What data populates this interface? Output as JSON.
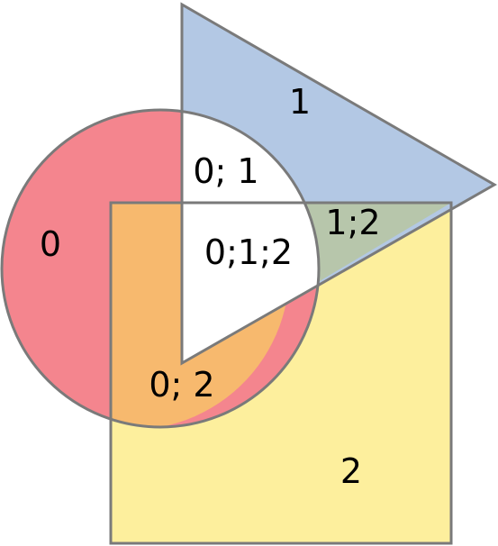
{
  "shapes": {
    "circle": {
      "label": "0",
      "color": "#f4858e"
    },
    "triangle": {
      "label": "1",
      "color": "#b3c8e4"
    },
    "square": {
      "label": "2",
      "color": "#fdef9d"
    }
  },
  "intersections": {
    "circle_triangle": {
      "label": "0; 1",
      "color": "#ffffff"
    },
    "circle_square": {
      "label": "0; 2",
      "color": "#f7b96e"
    },
    "triangle_square": {
      "label": "1;2",
      "color": "#b7c6ab"
    },
    "all": {
      "label": "0;1;2",
      "color": "#ffffff"
    }
  },
  "outline_color": "#7a7a7a"
}
